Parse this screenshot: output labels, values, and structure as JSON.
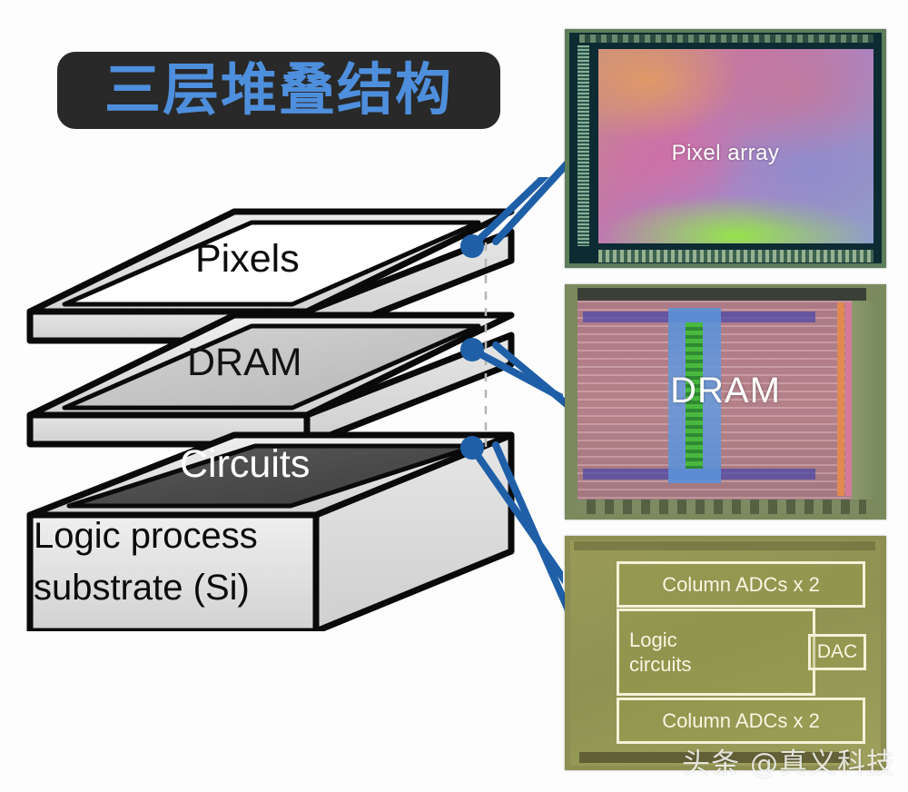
{
  "title_badge": {
    "text": "三层堆叠结构",
    "background_color": "#292929",
    "text_color": "#4e8fdd"
  },
  "diagram": {
    "layers": [
      {
        "id": "pixels",
        "label": "Pixels",
        "fill": "#e2e2e2",
        "text_color": "#0b0b0b"
      },
      {
        "id": "dram",
        "label": "DRAM",
        "fill": "#c6c6c6",
        "text_color": "#121212"
      },
      {
        "id": "circuits",
        "label": "Circuits",
        "fill": "#4b4b4b",
        "text_color": "#ffffff"
      }
    ],
    "substrate": {
      "label_line1": "Logic process",
      "label_line2": "substrate (Si)",
      "fill": "#e0e0e0",
      "text_color": "#0b0b0b"
    },
    "leader_color": "#1f5fa8",
    "guide_color": "#b5b5b5"
  },
  "photos": [
    {
      "id": "pixel-array",
      "caption": "Pixel array",
      "description": "iridescent pixel array die micrograph"
    },
    {
      "id": "dram",
      "caption": "DRAM",
      "description": "DRAM die micrograph with striped banks"
    },
    {
      "id": "logic",
      "caption": "",
      "description": "logic die micrograph with labeled blocks",
      "blocks": [
        {
          "id": "adc-top",
          "label": "Column ADCs x 2"
        },
        {
          "id": "logic",
          "label_line1": "Logic",
          "label_line2": "circuits"
        },
        {
          "id": "dac",
          "label": "DAC"
        },
        {
          "id": "adc-bottom",
          "label": "Column ADCs x 2"
        }
      ]
    }
  ],
  "watermark": {
    "text": "头条 @真义科技"
  }
}
